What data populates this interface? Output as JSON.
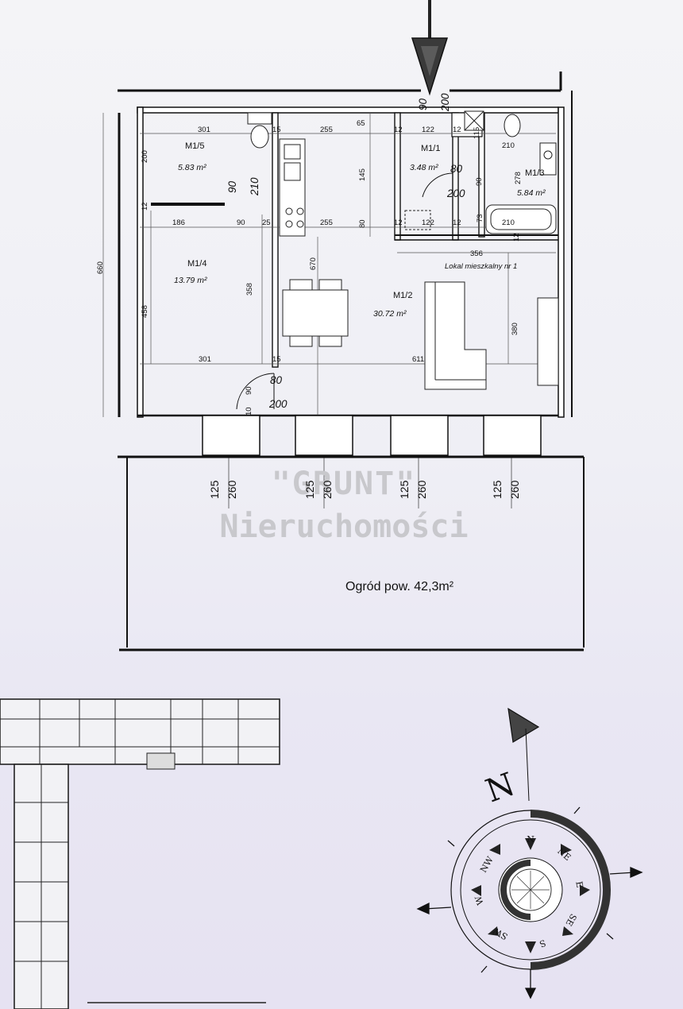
{
  "watermark": {
    "line1": "\"GRUNT\"",
    "line2": "Nieruchomości"
  },
  "rooms": [
    {
      "id": "M1/5",
      "area": "5.83 m²"
    },
    {
      "id": "M1/4",
      "area": "13.79 m²"
    },
    {
      "id": "M1/1",
      "area": "3.48 m²"
    },
    {
      "id": "M1/3",
      "area": "5.84 m²"
    },
    {
      "id": "M1/2",
      "area": "30.72 m²"
    }
  ],
  "apartment_label": "Lokal mieszkalny nr 1",
  "garden_label": "Ogród pow. 42,3m²",
  "dimensions": {
    "total_height": "660",
    "m15_width": "301",
    "m15_small_a": "15",
    "m15_height": "200",
    "m15_kitchen_width": "255",
    "m15_65": "65",
    "m15_12a": "12",
    "entry_122": "122",
    "entry_12b": "12",
    "bath_115": "115",
    "bath_210a": "210",
    "bath_278": "278",
    "bath_90": "90",
    "bath_210b": "210",
    "bath_73": "73",
    "bath_12c": "12",
    "door_90": "90",
    "door_210": "210",
    "row2_186": "186",
    "row2_90": "90",
    "row2_25": "25",
    "row2_255": "255",
    "row2_80": "80",
    "row2_12a": "12",
    "row2_122": "122",
    "row2_12b": "12",
    "row2_356": "356",
    "m14_458": "458",
    "m14_358": "358",
    "m14_670": "670",
    "m12_145": "145",
    "m12_380": "380",
    "m12_611": "611",
    "bottom_301": "301",
    "bottom_15": "15",
    "bottom_90": "90",
    "bottom_10": "10",
    "entrance_90": "90",
    "entrance_200": "200"
  },
  "doors": [
    {
      "label": "80"
    },
    {
      "label": "200"
    },
    {
      "label": "80"
    },
    {
      "label": "200"
    }
  ],
  "terrace_pairs": [
    {
      "a": "125",
      "b": "260"
    },
    {
      "a": "125",
      "b": "260"
    },
    {
      "a": "125",
      "b": "260"
    },
    {
      "a": "125",
      "b": "260"
    }
  ],
  "compass": {
    "north_big": "N",
    "points": [
      "N",
      "NE",
      "E",
      "SE",
      "S",
      "SW",
      "W",
      "NW"
    ]
  }
}
